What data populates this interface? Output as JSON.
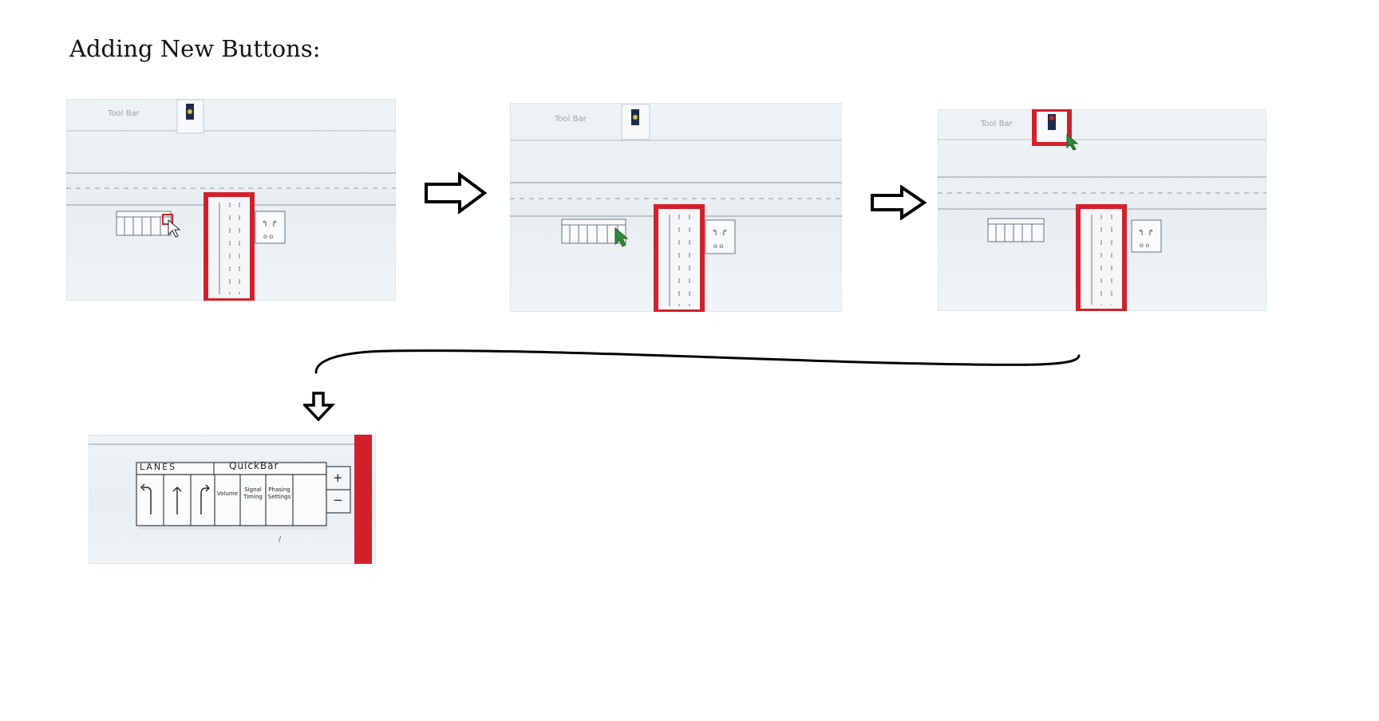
{
  "page": {
    "title": "Adding New Buttons:"
  },
  "photos": {
    "toolbar_label": "Tool Bar",
    "signal_caption": "Phasing Settings"
  },
  "detail": {
    "lanes_header": "LANES",
    "quickbar_header": "QuickBar",
    "volume_label": "Volume",
    "signal_timing_label": "Signal Timing",
    "phasing_settings_label": "Phasing Settings",
    "plus_label": "+",
    "minus_label": "−"
  },
  "colors": {
    "red_frame": "#d2202a",
    "cursor_green": "#2f8a3a",
    "paper": "#eef3f6"
  }
}
